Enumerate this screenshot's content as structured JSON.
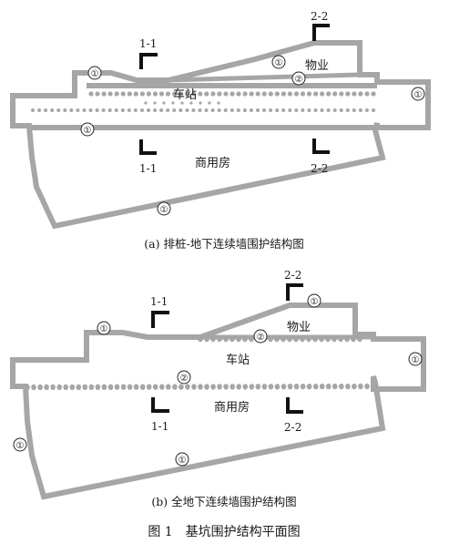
{
  "figure_caption": "图 1　基坑围护结构平面图",
  "panel_a": {
    "caption": "(a) 排桩-地下连续墙围护结构图",
    "rooms": {
      "wuye": "物业",
      "station": "车站",
      "commercial": "商用房"
    },
    "sections": {
      "s11_top": "1-1",
      "s11_bottom": "1-1",
      "s22_top": "2-2",
      "s22_bottom": "2-2"
    },
    "markers": [
      "①",
      "①",
      "②",
      "①",
      "①",
      "①"
    ]
  },
  "panel_b": {
    "caption": "(b) 全地下连续墙围护结构图",
    "rooms": {
      "wuye": "物业",
      "station": "车站",
      "commercial": "商用房"
    },
    "sections": {
      "s11_top": "1-1",
      "s11_bottom": "1-1",
      "s22_top": "2-2",
      "s22_bottom": "2-2"
    },
    "markers": [
      "①",
      "①",
      "②",
      "②",
      "①",
      "①",
      "①"
    ]
  },
  "colors": {
    "wall": "#a6a6a6",
    "section_mark": "#111111",
    "text": "#1a1a1a",
    "background": "#ffffff"
  }
}
